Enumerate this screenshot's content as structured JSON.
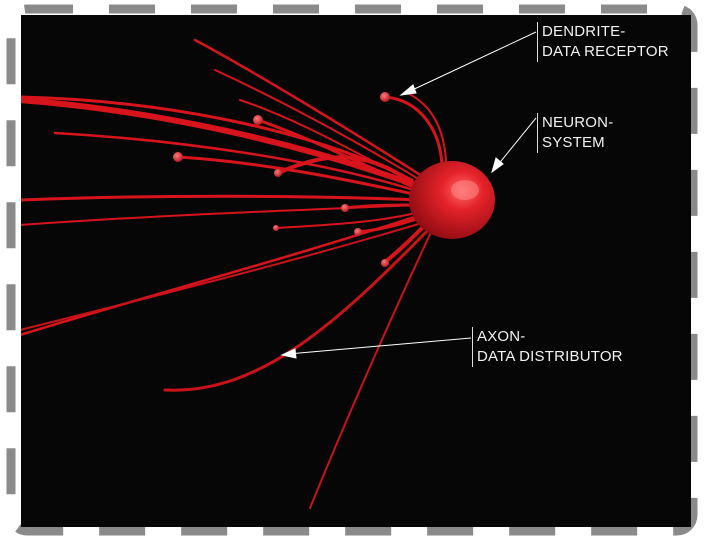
{
  "labels": {
    "dendrite": {
      "line1": "DENDRITE-",
      "line2": "DATA RECEPTOR"
    },
    "neuron": {
      "line1": "NEURON-",
      "line2": "SYSTEM"
    },
    "axon": {
      "line1": "AXON-",
      "line2": "DATA DISTRIBUTOR"
    }
  },
  "colors": {
    "background": "#060606",
    "neuron": "#d7141c",
    "frame_dash": "#8a8a8a",
    "label_text": "#f2f2f2"
  }
}
